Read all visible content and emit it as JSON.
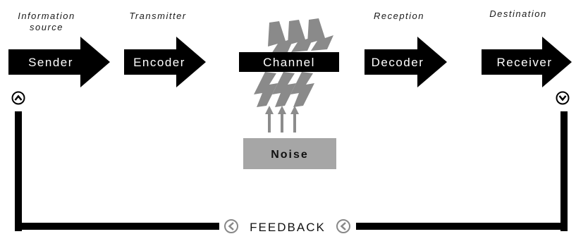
{
  "stage_labels": {
    "sender_line1": "Information",
    "sender_line2": "source",
    "encoder": "Transmitter",
    "decoder": "Reception",
    "receiver": "Destination"
  },
  "blocks": {
    "sender": "Sender",
    "encoder": "Encoder",
    "channel": "Channel",
    "decoder": "Decoder",
    "receiver": "Receiver"
  },
  "noise": {
    "label": "Noise"
  },
  "feedback": {
    "label": "FEEDBACK"
  },
  "colors": {
    "block": "#000000",
    "noise_box": "#a6a6a6",
    "noise_arrows": "#8c8c8c",
    "lightning": "#8a8a8a",
    "loop": "#000000"
  },
  "icons": {
    "sender_feedback": "arrow-up-circle-icon",
    "receiver_feedback": "arrow-down-circle-icon",
    "feedback_left": "arrow-left-circle-icon",
    "feedback_right": "arrow-left-circle-icon",
    "noise_arrows": "arrow-up-icon"
  }
}
